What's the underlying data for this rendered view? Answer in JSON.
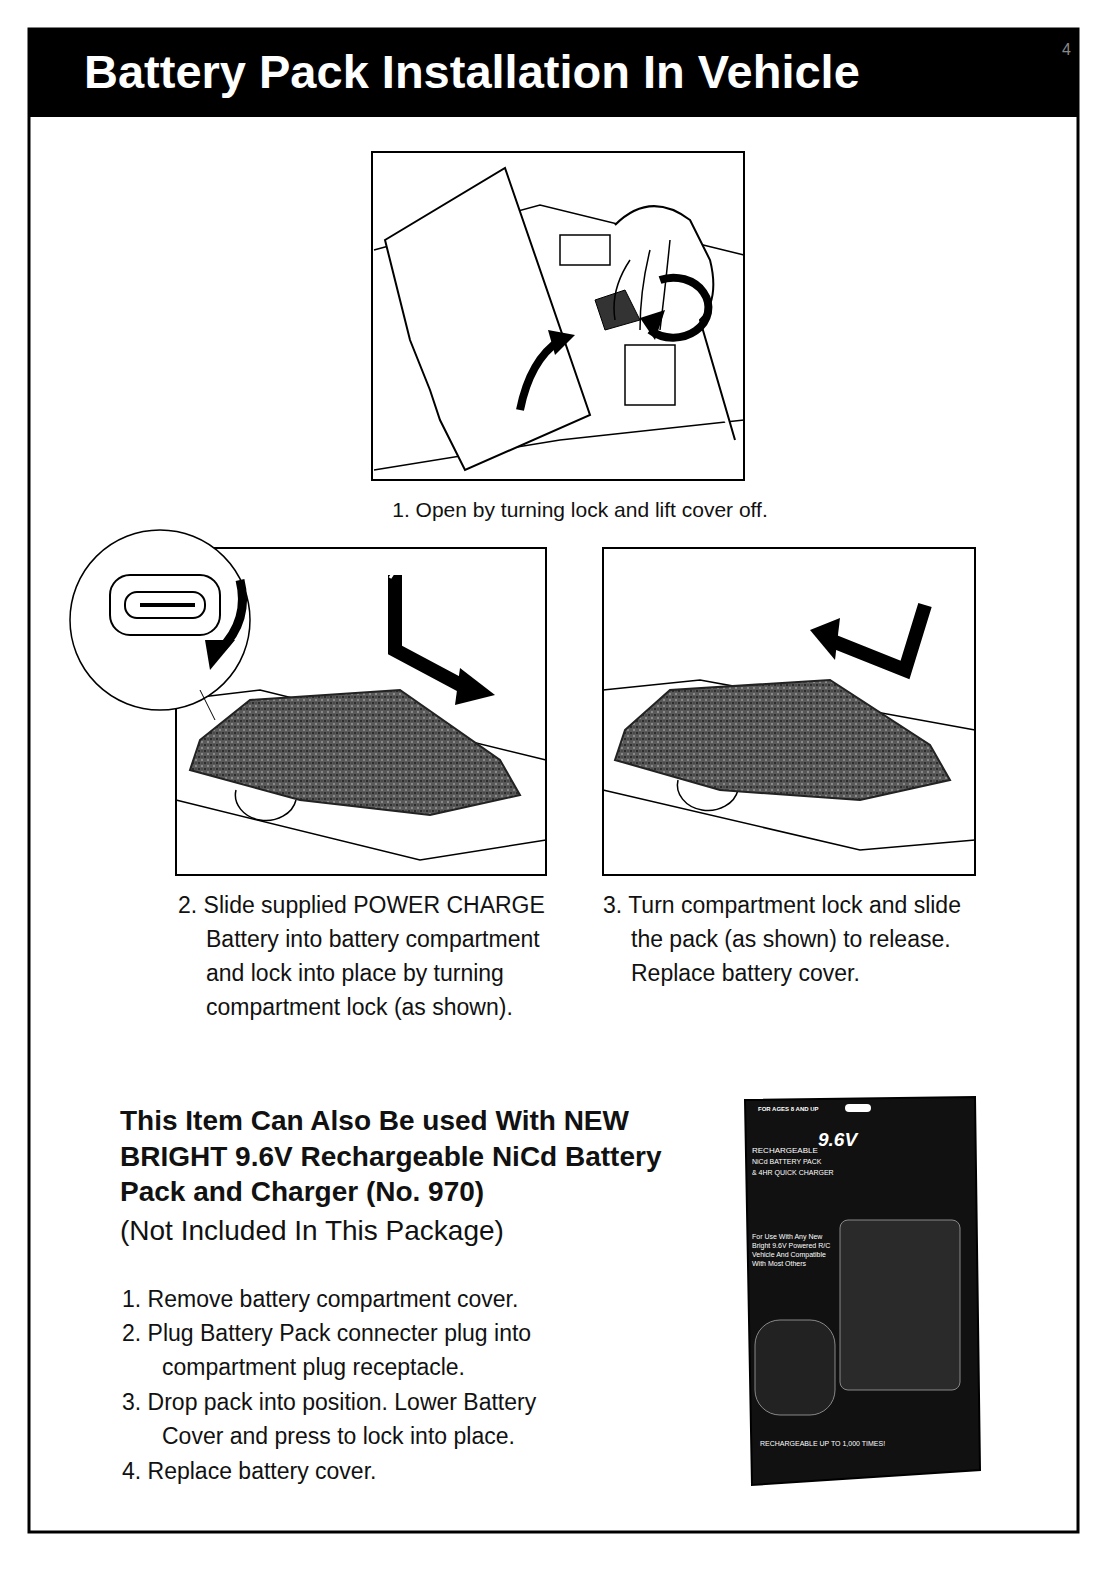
{
  "diagram": {
    "title": "Battery Pack Installation In Vehicle",
    "labels": [
      "4",
      "1. Open by turning lock and lift cover off.",
      "2. Slide supplied POWER CHARGE Battery into battery compartment and lock into place by turning compartment lock (as shown).",
      "3. Turn compartment lock and slide the pack (as shown) to release. Replace battery cover.",
      "This Item Can Also Be used With NEW BRIGHT 9.6V Rechargeable NiCd Battery Pack and Charger (No. 970)",
      "(Not Included In This Package)",
      "1. Remove battery compartment cover.",
      "2. Plug Battery Pack connecter plug into compartment plug receptacle.",
      "3. Drop pack into position. Lower Battery Cover and press to lock into place.",
      "4. Replace battery cover.",
      "FOR AGES 8 AND UP",
      "RECHARGEABLE",
      "9.6V",
      "NiCd BATTERY PACK",
      "& 4HR QUICK CHARGER",
      "For Use With Any New Bright 9.6V Powered R/C Vehicle And Compatible With Most Others",
      "RECHARGEABLE UP TO 1,000 TIMES!"
    ]
  }
}
